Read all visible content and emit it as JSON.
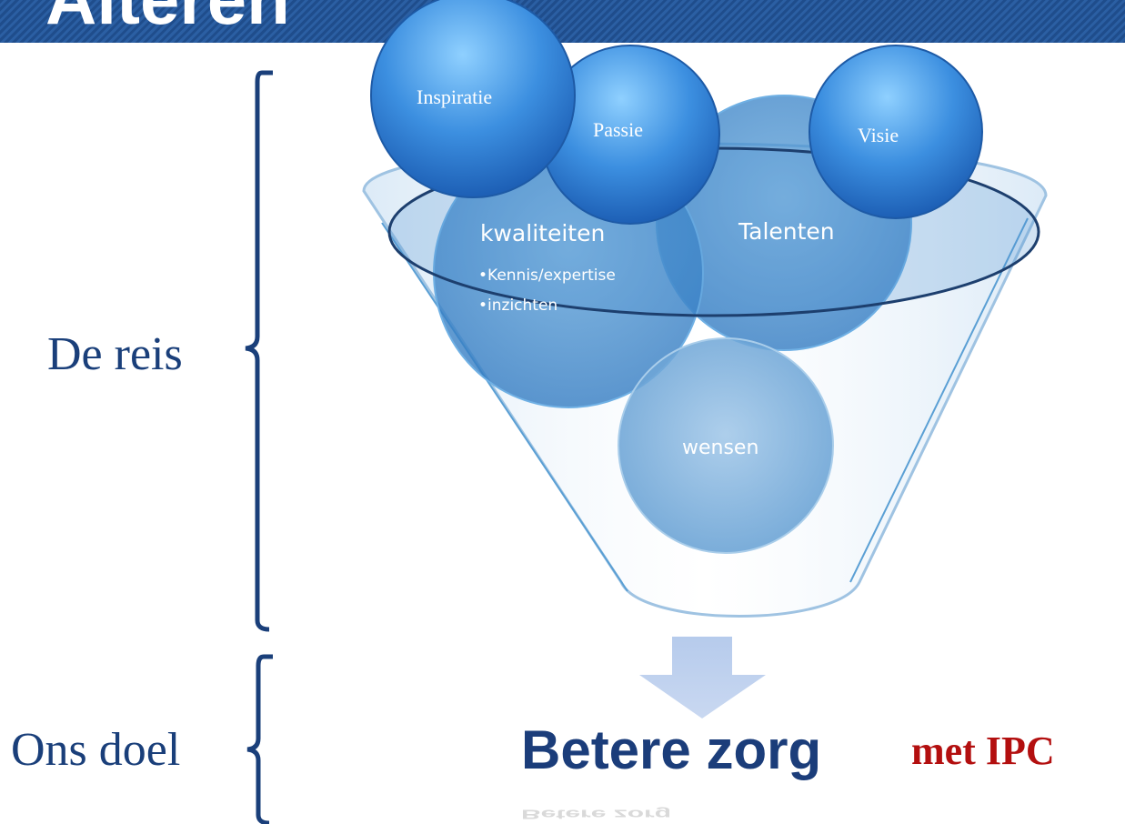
{
  "header": {
    "title": "Alteren"
  },
  "side_labels": {
    "journey": "De reis",
    "goal": "Ons doel"
  },
  "top_bubbles": [
    "Inspiratie",
    "Passie",
    "Visie"
  ],
  "funnel": {
    "circle_qualities": "kwaliteiten",
    "circle_talents": "Talenten",
    "circle_wishes": "wensen",
    "bullets": [
      "•Kennis/expertise",
      "•inzichten"
    ]
  },
  "goal": {
    "main": "Betere zorg",
    "suffix": "met IPC",
    "reflection": "Betere zorg"
  },
  "colors": {
    "header": "#1f4d8c",
    "text_blue": "#1a3f7a",
    "accent_red": "#b30f0f",
    "bubble": "#2f7fd6"
  }
}
